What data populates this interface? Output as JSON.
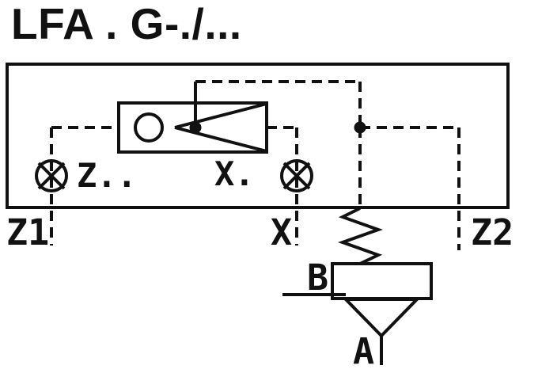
{
  "title": "LFA . G-./...",
  "diagram": {
    "type": "hydraulic-cartridge-valve-schematic",
    "labels": {
      "orifice_z": "Z..",
      "orifice_x": "X.",
      "port_z1": "Z1",
      "port_x": "X",
      "port_z2": "Z2",
      "port_b": "B",
      "port_a": "A"
    },
    "colors": {
      "line": "#111111",
      "background": "#ffffff"
    }
  }
}
